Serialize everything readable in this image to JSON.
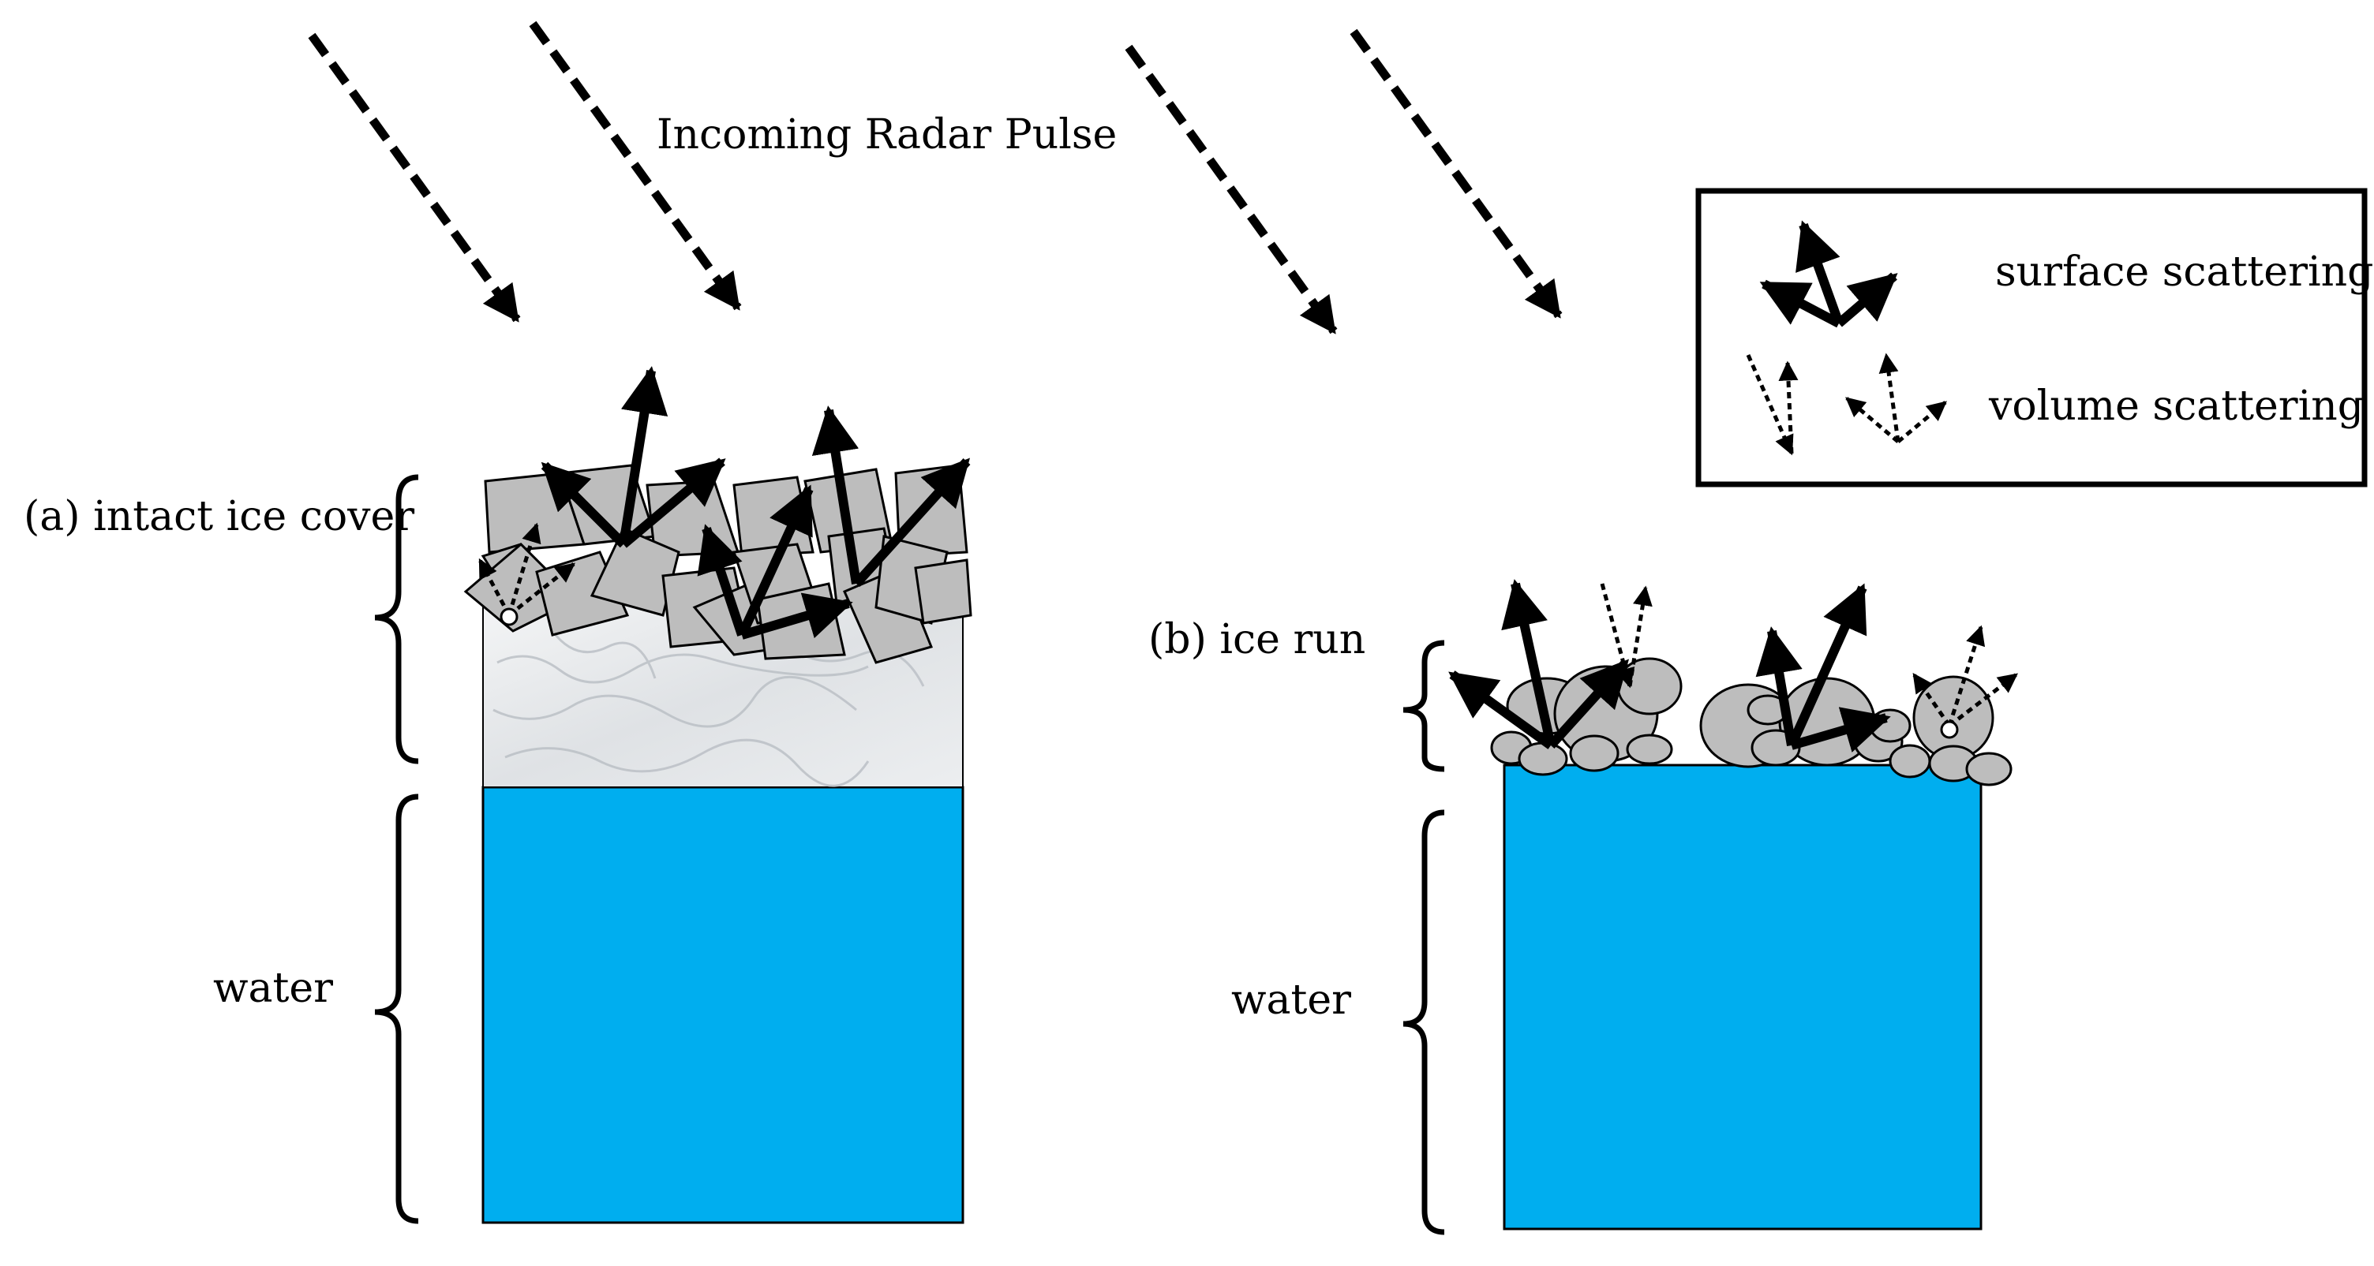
{
  "title": "Incoming Radar Pulse",
  "panel_a": {
    "ice_label": "(a) intact ice cover",
    "water_label": "water"
  },
  "panel_b": {
    "ice_label": "(b) ice run",
    "water_label": "water"
  },
  "legend": {
    "surface": "surface scattering",
    "volume": "volume scattering"
  },
  "colors": {
    "water": "#00AEEF",
    "ice_block": "#BDBDBD",
    "ice_cover": "#E6E8EA",
    "outline": "#000000"
  }
}
